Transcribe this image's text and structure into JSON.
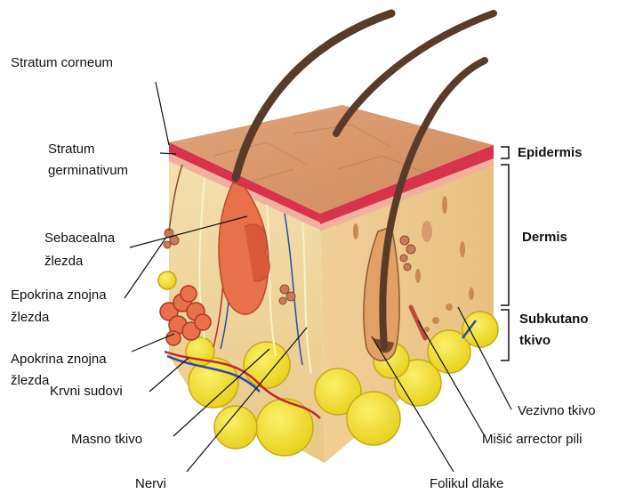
{
  "labels": {
    "stratum_corneum": "Stratum corneum",
    "stratum_germinativum_1": "Stratum",
    "stratum_germinativum_2": "germinativum",
    "sebacealna_1": "Sebacealna",
    "sebacealna_2": "žlezda",
    "epokrina_1": "Epokrina znojna",
    "epokrina_2": "žlezda",
    "apokrina_1": "Apokrina znojna",
    "apokrina_2": "žlezda",
    "krvni_sudovi": "Krvni sudovi",
    "masno_tkivo": "Masno tkivo",
    "nervi": "Nervi",
    "folikul_dlake": "Folikul dlake",
    "misic_arrector": "Mišić arrector pili",
    "vezivno_tkivo": "Vezivno tkivo"
  },
  "layers": {
    "epidermis": "Epidermis",
    "dermis": "Dermis",
    "subkutano_1": "Subkutano",
    "subkutano_2": "tkivo"
  },
  "colors": {
    "epidermis_top": "#d9966a",
    "epidermis_red": "#d8334a",
    "dermis": "#f2d29a",
    "fat": "#f5e23a",
    "gland": "#e8704a",
    "hair": "#5a3b2a"
  }
}
